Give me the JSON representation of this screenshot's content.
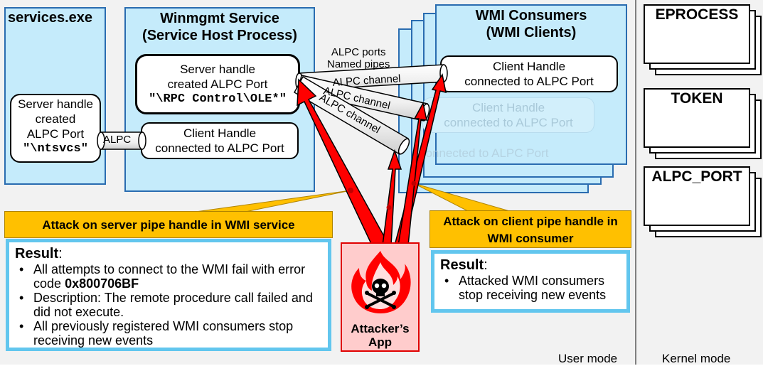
{
  "services": {
    "title": "services.exe",
    "server_line1": "Server handle",
    "server_line2": "created",
    "server_line3": "ALPC Port",
    "server_port": "\"\\ntsvcs\""
  },
  "alpc_link": "ALPC",
  "winmgmt": {
    "title_line1": "Winmgmt Service",
    "title_line2": "(Service Host Process)",
    "server_line1": "Server handle",
    "server_line2": "created ALPC Port",
    "server_port": "\"\\RPC Control\\OLE*\"",
    "client_line1": "Client Handle",
    "client_line2": "connected to ALPC Port"
  },
  "consumers": {
    "title_line1": "WMI Consumers",
    "title_line2": "(WMI Clients)",
    "client_line1": "Client Handle",
    "client_line2": "connected to ALPC Port",
    "ghost_line1": "Client Handle",
    "ghost_line2": "connected to ALPC Port",
    "ghost2_line": "connected to ALPC Port"
  },
  "pipes": {
    "ports_label_line1": "ALPC ports",
    "ports_label_line2": "Named pipes",
    "channel_label": "ALPC channel"
  },
  "kernel": {
    "items": [
      "EPROCESS",
      "TOKEN",
      "ALPC_PORT"
    ]
  },
  "mode_labels": {
    "user": "User mode",
    "kernel": "Kernel mode"
  },
  "attack_server": {
    "banner": "Attack on server pipe handle in WMI service",
    "result_heading": "Result",
    "bullets": [
      "All attempts to connect to the WMI fail with error code",
      "Description: The remote procedure call failed and did not execute.",
      "All previously registered WMI consumers stop receiving new events"
    ],
    "error_code": "0x800706BF"
  },
  "attack_client": {
    "banner_line1": "Attack on client pipe handle in",
    "banner_line2": "WMI consumer",
    "result_heading": "Result",
    "bullets": [
      "Attacked WMI consumers stop receiving new events"
    ]
  },
  "attacker": {
    "label_line1": "Attacker’s",
    "label_line2": "App"
  },
  "colors": {
    "container_fill": "#c5ebfb",
    "container_border": "#2a6cb0",
    "callout": "#ffc000",
    "result_border": "#62c6ee",
    "arrow": "#ff0000",
    "attacker_bg": "#ffcccc",
    "page_bg": "#f2f2f2"
  }
}
